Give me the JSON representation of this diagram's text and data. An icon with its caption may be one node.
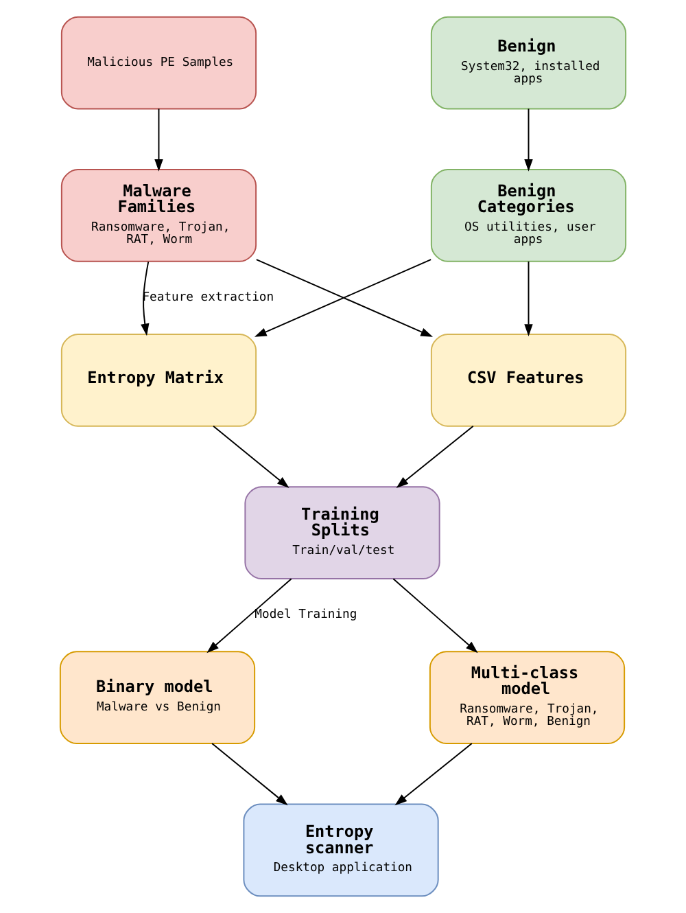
{
  "diagram": {
    "nodes": [
      {
        "text": [
          "Malicious PE Samples"
        ]
      },
      {
        "text": [
          "Benign",
          "System32, installed apps"
        ]
      },
      {
        "text": [
          "Malware Families",
          "Ransomware, Trojan, RAT, Worm"
        ]
      },
      {
        "text": [
          "Benign Categories",
          "OS utilities, user apps"
        ]
      },
      {
        "text": [
          "Entropy Matrix"
        ]
      },
      {
        "text": [
          "CSV Features"
        ]
      },
      {
        "text": [
          "Training Splits",
          "Train/val/test"
        ]
      },
      {
        "text": [
          "Binary model",
          "Malware vs Benign"
        ]
      },
      {
        "text": [
          "Multi-class model",
          "Ransomware, Trojan, RAT, Worm, Benign"
        ]
      },
      {
        "text": [
          "Entropy scanner",
          "Desktop application"
        ]
      }
    ],
    "edges": [
      {
        "from": 0,
        "to": 2,
        "arrow": "to"
      },
      {
        "from": 1,
        "to": 3,
        "arrow": "to"
      },
      {
        "from": 2,
        "to": 4,
        "arrow": "to",
        "label": "Feature extraction"
      },
      {
        "from": 2,
        "to": 5,
        "arrow": "to"
      },
      {
        "from": 3,
        "to": 4,
        "arrow": "to"
      },
      {
        "from": 3,
        "to": 5,
        "arrow": "to"
      },
      {
        "from": 4,
        "to": 6,
        "arrow": "to"
      },
      {
        "from": 5,
        "to": 6,
        "arrow": "to"
      },
      {
        "from": 6,
        "to": 7,
        "arrow": "to",
        "label": "Model Training"
      },
      {
        "from": 6,
        "to": 8,
        "arrow": "to"
      },
      {
        "from": 7,
        "to": 9,
        "arrow": "to"
      },
      {
        "from": 8,
        "to": 9,
        "arrow": "to"
      }
    ]
  }
}
